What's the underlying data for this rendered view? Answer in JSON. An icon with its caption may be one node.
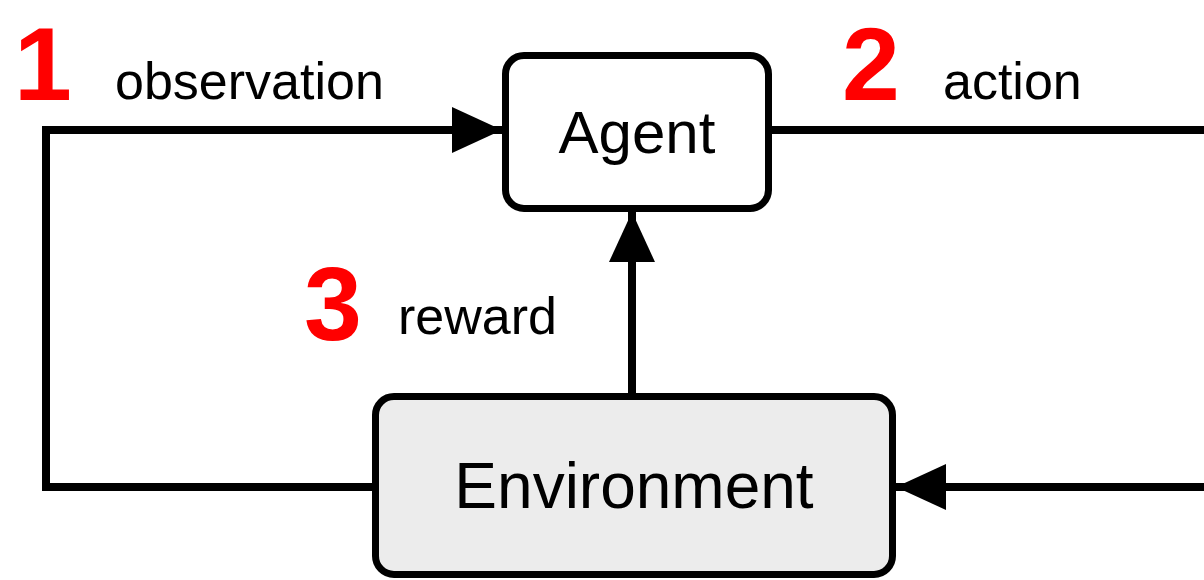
{
  "diagram": {
    "nodes": [
      {
        "text": [
          "Agent"
        ]
      },
      {
        "text": [
          "Environment"
        ]
      }
    ],
    "edges": [
      {
        "from": 1,
        "to": 0,
        "arrow": "to",
        "label": "observation"
      },
      {
        "from": 0,
        "to": 1,
        "arrow": "to",
        "label": "action"
      },
      {
        "from": 1,
        "to": 0,
        "arrow": "to",
        "label": "reward"
      }
    ],
    "labels": [
      "1",
      "2",
      "3"
    ]
  }
}
